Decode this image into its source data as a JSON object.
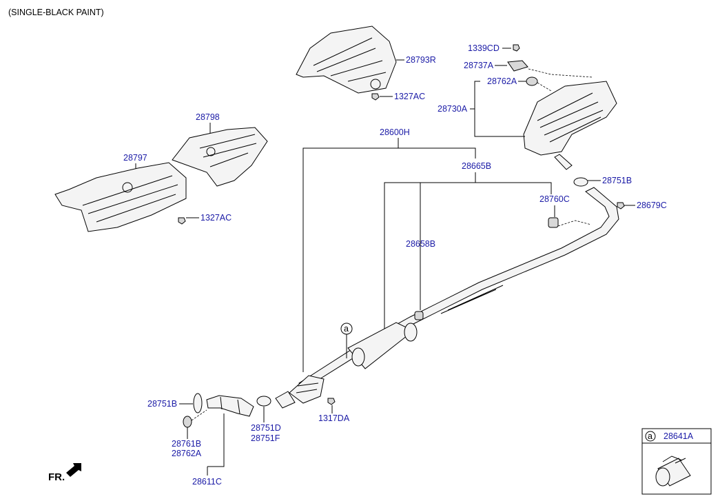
{
  "note": "(SINGLE-BLACK PAINT)",
  "fr_label": "FR.",
  "labels": {
    "p28793R": "28793R",
    "p1327AC_top": "1327AC",
    "p1339CD": "1339CD",
    "p28737A": "28737A",
    "p28762A_top": "28762A",
    "p28730A": "28730A",
    "p28798": "28798",
    "p28797": "28797",
    "p1327AC_left": "1327AC",
    "p28600H": "28600H",
    "p28665B": "28665B",
    "p28751B_right": "28751B",
    "p28760C": "28760C",
    "p28679C": "28679C",
    "p28658B": "28658B",
    "p28751B_left": "28751B",
    "p28761B": "28761B",
    "p28762A_bottom": "28762A",
    "p28751D": "28751D",
    "p28751F": "28751F",
    "p1317DA": "1317DA",
    "p28611C": "28611C",
    "callout_a": "a"
  },
  "legend": {
    "marker": "a",
    "part": "28641A"
  }
}
